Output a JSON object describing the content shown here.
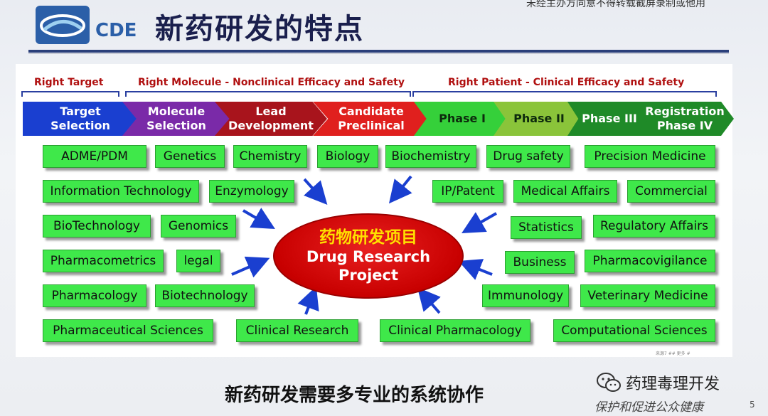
{
  "header": {
    "logo_text": "CDE",
    "title": "新药研发的特点",
    "watermark": "未经主办方同意不得转载截屏录制或他用"
  },
  "brackets": [
    {
      "label": "Right Target"
    },
    {
      "label": "Right Molecule - Nonclinical Efficacy and Safety"
    },
    {
      "label": "Right Patient - Clinical Efficacy and Safety"
    }
  ],
  "stages": [
    {
      "line1": "Target",
      "line2": "Selection",
      "color": "#1a3fd0"
    },
    {
      "line1": "Molecule",
      "line2": "Selection",
      "color": "#7a2aa8"
    },
    {
      "line1": "Lead",
      "line2": "Development",
      "color": "#a8141c"
    },
    {
      "line1": "Candidate",
      "line2": "Preclinical",
      "color": "#e0201e"
    },
    {
      "line1": "Phase I",
      "line2": "",
      "color": "#35d03a"
    },
    {
      "line1": "Phase II",
      "line2": "",
      "color": "#8ac43a"
    },
    {
      "line1": "Phase III",
      "line2": "",
      "color": "#1f8a28"
    },
    {
      "line1": "Registration",
      "line2": "Phase IV",
      "color": "#1f8a28"
    }
  ],
  "center": {
    "cn": "药物研发项目",
    "en_line1": "Drug Research",
    "en_line2": "Project",
    "color": "#d00000"
  },
  "disciplines": [
    "ADME/PDM",
    "Genetics",
    "Chemistry",
    "Biology",
    "Biochemistry",
    "Drug safety",
    "Precision Medicine",
    "Information  Technology",
    "Enzymology",
    "IP/Patent",
    "Medical Affairs",
    "Commercial",
    "BioTechnology",
    "Genomics",
    "Statistics",
    "Regulatory Affairs",
    "Pharmacometrics",
    "legal",
    "Business",
    "Pharmacovigilance",
    "Pharmacology",
    "Biotechnology",
    "Immunology",
    "Veterinary Medicine",
    "Pharmaceutical Sciences",
    "Clinical Research",
    "Clinical Pharmacology",
    "Computational Sciences"
  ],
  "tag_color": "#3fe84a",
  "arrow_color": "#1a3fd0",
  "source_note": "来源7 ## 更多 #",
  "footer": {
    "caption": "新药研发需要多专业的系统协作",
    "wechat_label": "药理毒理开发",
    "slogan": "保护和促进公众健康",
    "page": "5"
  }
}
